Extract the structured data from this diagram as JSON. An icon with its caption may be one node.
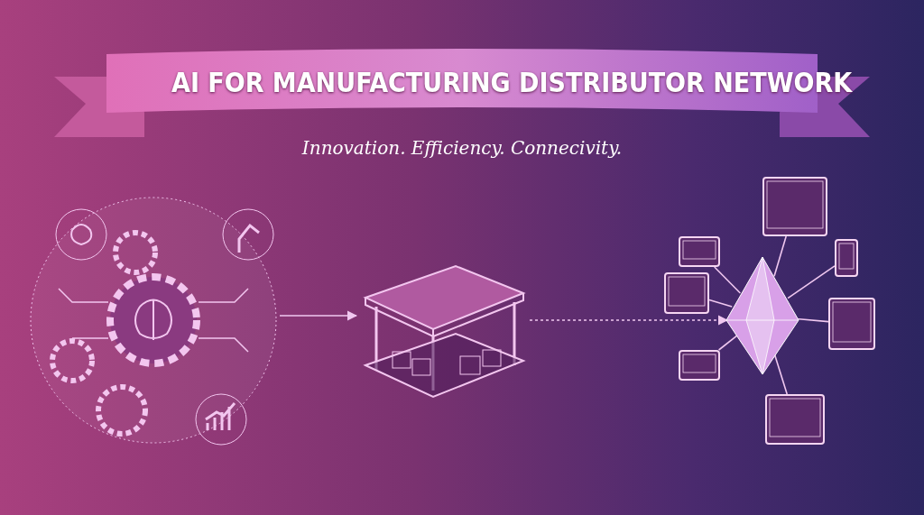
{
  "diagram": {
    "title": "AI FOR MANUFACTURING DISTRIBUTOR NETWORK",
    "nodes": [
      {
        "text": [],
        "shape": "picture"
      },
      {
        "text": [],
        "shape": "picture"
      },
      {
        "text": [],
        "shape": "picture"
      },
      {
        "text": [],
        "shape": "picture"
      },
      {
        "text": [],
        "shape": "picture"
      },
      {
        "text": [],
        "shape": "picture"
      },
      {
        "text": [],
        "shape": "picture"
      },
      {
        "text": [],
        "shape": "picture"
      },
      {
        "text": [],
        "shape": "picture"
      },
      {
        "text": [],
        "shape": "picture"
      }
    ],
    "edges": [
      {
        "from": 0,
        "to": 1,
        "arrow": "to"
      },
      {
        "from": 1,
        "to": 2,
        "arrow": "to",
        "style": "dashed"
      },
      {
        "from": 2,
        "to": 3,
        "arrow": "none"
      },
      {
        "from": 2,
        "to": 4,
        "arrow": "none"
      },
      {
        "from": 2,
        "to": 5,
        "arrow": "none"
      },
      {
        "from": 2,
        "to": 6,
        "arrow": "none"
      },
      {
        "from": 2,
        "to": 7,
        "arrow": "none"
      },
      {
        "from": 2,
        "to": 8,
        "arrow": "none"
      },
      {
        "from": 2,
        "to": 9,
        "arrow": "none"
      }
    ],
    "labels": [
      "Innovation. Efficiency. Connecivity."
    ]
  }
}
